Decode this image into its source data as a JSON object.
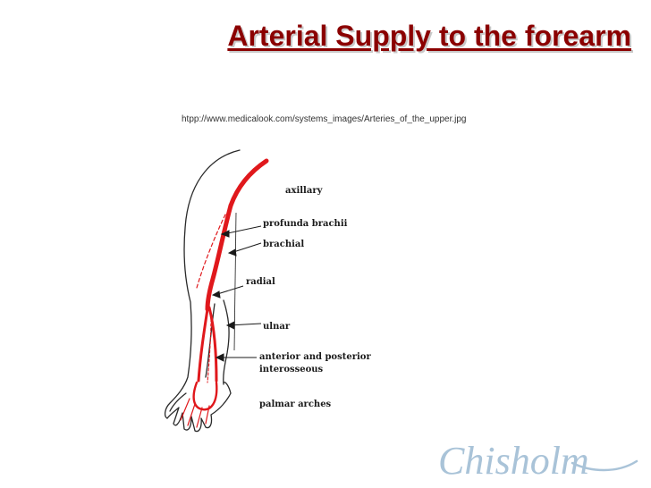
{
  "slide": {
    "title": "Arterial Supply to the forearm",
    "source_url": "htpp://www.medicalook.com/systems_images/Arteries_of_the_upper.jpg"
  },
  "diagram": {
    "labels": {
      "axillary": "axillary",
      "profunda_brachii": "profunda brachii",
      "brachial": "brachial",
      "radial": "radial",
      "ulnar": "ulnar",
      "interosseous_line1": "anterior and posterior",
      "interosseous_line2": "interosseous",
      "palmar_arches": "palmar arches"
    },
    "logo_text": "Chisholm"
  },
  "colors": {
    "title": "#8b0000",
    "artery": "#e0181c",
    "outline": "#2a2a2a",
    "logo": "#a9c3d8"
  }
}
